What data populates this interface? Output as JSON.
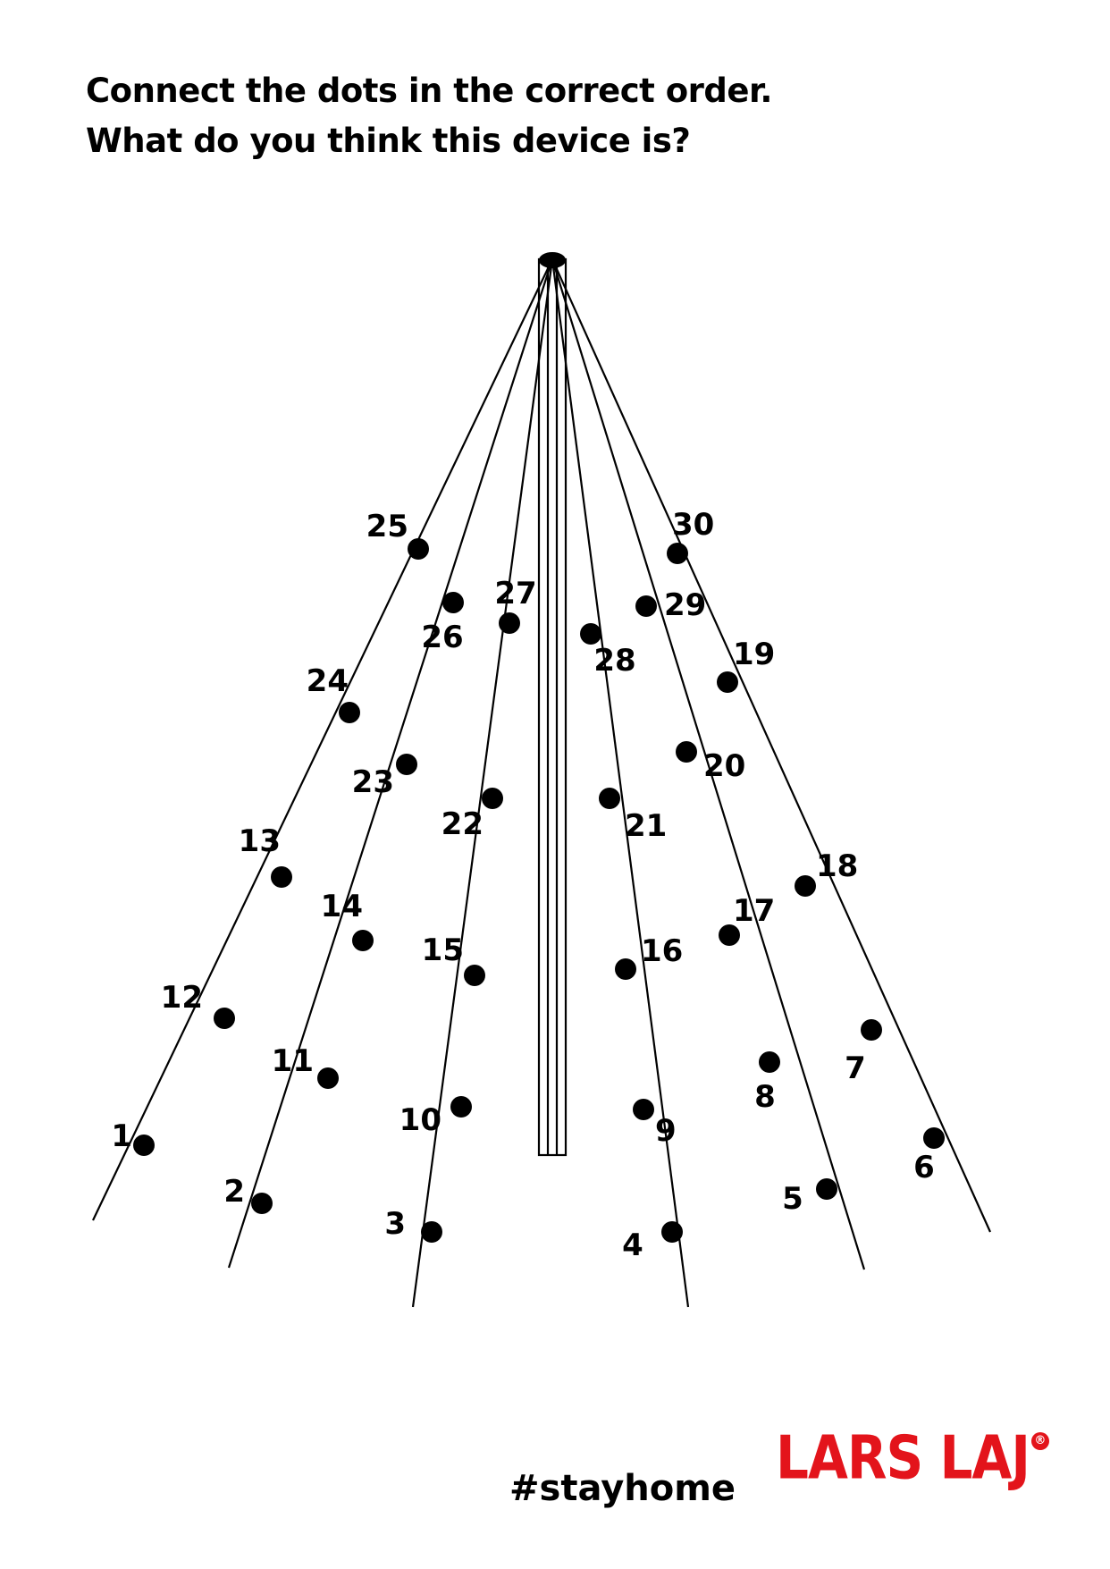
{
  "instructions": {
    "line1": "Connect the dots in the correct order.",
    "line2": "What do you think this device is?"
  },
  "dots": [
    {
      "label": "1"
    },
    {
      "label": "2"
    },
    {
      "label": "3"
    },
    {
      "label": "4"
    },
    {
      "label": "5"
    },
    {
      "label": "6"
    },
    {
      "label": "7"
    },
    {
      "label": "8"
    },
    {
      "label": "9"
    },
    {
      "label": "10"
    },
    {
      "label": "11"
    },
    {
      "label": "12"
    },
    {
      "label": "13"
    },
    {
      "label": "14"
    },
    {
      "label": "15"
    },
    {
      "label": "16"
    },
    {
      "label": "17"
    },
    {
      "label": "18"
    },
    {
      "label": "19"
    },
    {
      "label": "20"
    },
    {
      "label": "21"
    },
    {
      "label": "22"
    },
    {
      "label": "23"
    },
    {
      "label": "24"
    },
    {
      "label": "25"
    },
    {
      "label": "26"
    },
    {
      "label": "27"
    },
    {
      "label": "28"
    },
    {
      "label": "29"
    },
    {
      "label": "30"
    }
  ],
  "footer": {
    "hashtag": "#stayhome",
    "logo": "LARS LAJ",
    "registered_mark": "®"
  },
  "colors": {
    "brand": "#e3141b",
    "ink": "#000000",
    "paper": "#ffffff"
  }
}
